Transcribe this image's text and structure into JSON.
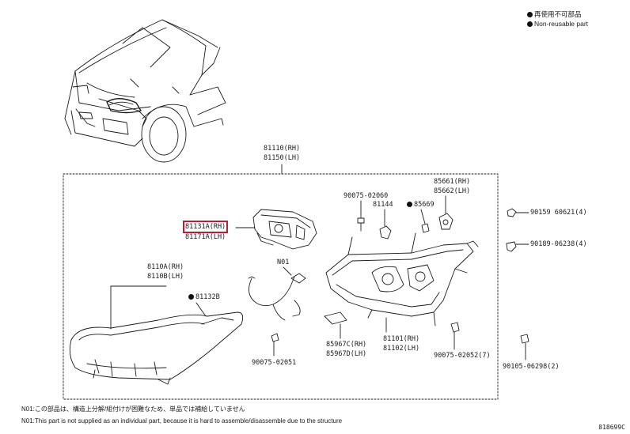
{
  "legend": {
    "jp": "再使用不可部品",
    "en": "Non-reusable part"
  },
  "labels": {
    "assy_rh": "81110(RH)",
    "assy_lh": "81150(LH)",
    "p81131a_rh": "81131A(RH)",
    "p81171a_lh": "81171A(LH)",
    "pn01": "N01",
    "p90075_02060": "90075-02060",
    "p81144": "81144",
    "p85669": "85669",
    "p85661_rh": "85661(RH)",
    "p85662_lh": "85662(LH)",
    "p90159": "90159  60621(4)",
    "p90189": "90189-06238(4)",
    "p8110a_rh": "8110A(RH)",
    "p8110b_lh": "8110B(LH)",
    "p81132b": "81132B",
    "p90075_02051": "90075-02051",
    "p85967c_rh": "85967C(RH)",
    "p85967d_lh": "85967D(LH)",
    "p81101_rh": "81101(RH)",
    "p81102_lh": "81102(LH)",
    "p90075_02052": "90075-02052(7)",
    "p90105": "90105-06298(2)"
  },
  "notes": {
    "jp": "N01:この部品は、構造上分解/組付けが困難なため、単品では補給していません",
    "en": "N01:This part is not supplied as an individual part, because it is hard to assemble/disassemble due to the structure"
  },
  "figure_code": "818699C",
  "colors": {
    "highlight": "#b0203a",
    "ink": "#1a1a1a"
  }
}
